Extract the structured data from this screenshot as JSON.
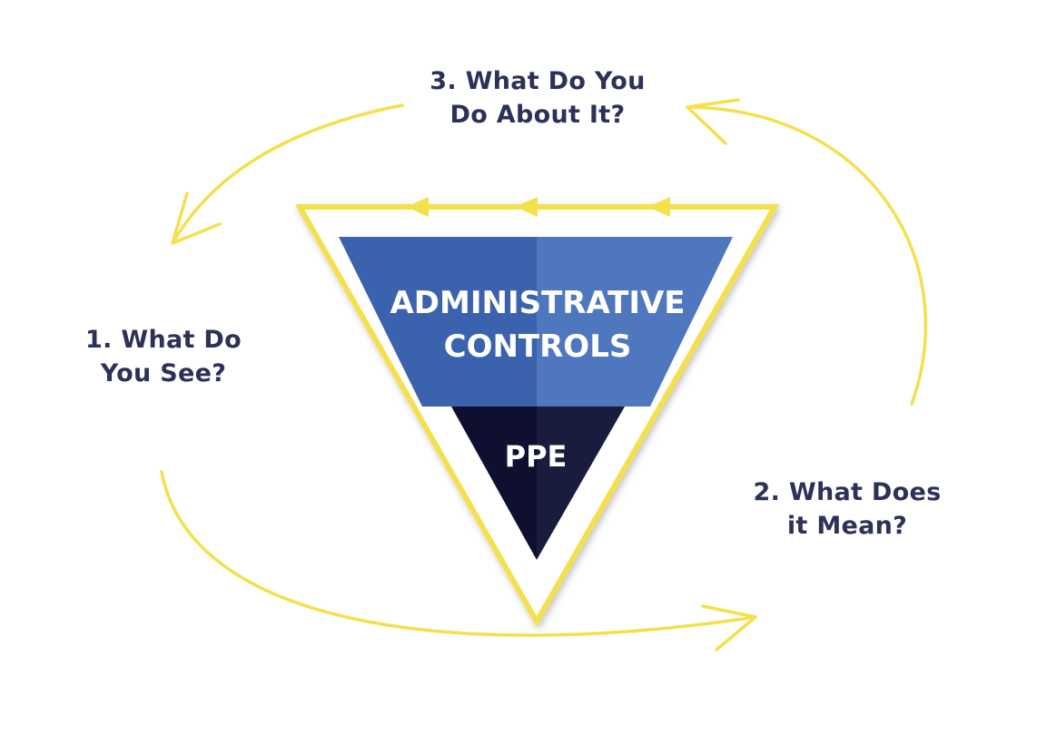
{
  "steps": {
    "step1": {
      "line1": "1. What Do",
      "line2": "You See?"
    },
    "step2": {
      "line1": "2. What Does",
      "line2": "it Mean?"
    },
    "step3": {
      "line1": "3. What Do You",
      "line2": "Do About It?"
    }
  },
  "pyramid": {
    "tier_admin": {
      "line1": "ADMINISTRATIVE",
      "line2": "CONTROLS"
    },
    "tier_ppe": "PPE"
  },
  "colors": {
    "accent_yellow": "#f4e04d",
    "admin_blue": "#4f77be",
    "admin_blue_dark": "#3b62ad",
    "ppe_navy": "#1a1c3e",
    "text_navy": "#2d3157"
  },
  "icons": {
    "cycle_arrows": "circular-arrow-icon",
    "flow_arrows": "dashed-arrow-left-icon"
  }
}
